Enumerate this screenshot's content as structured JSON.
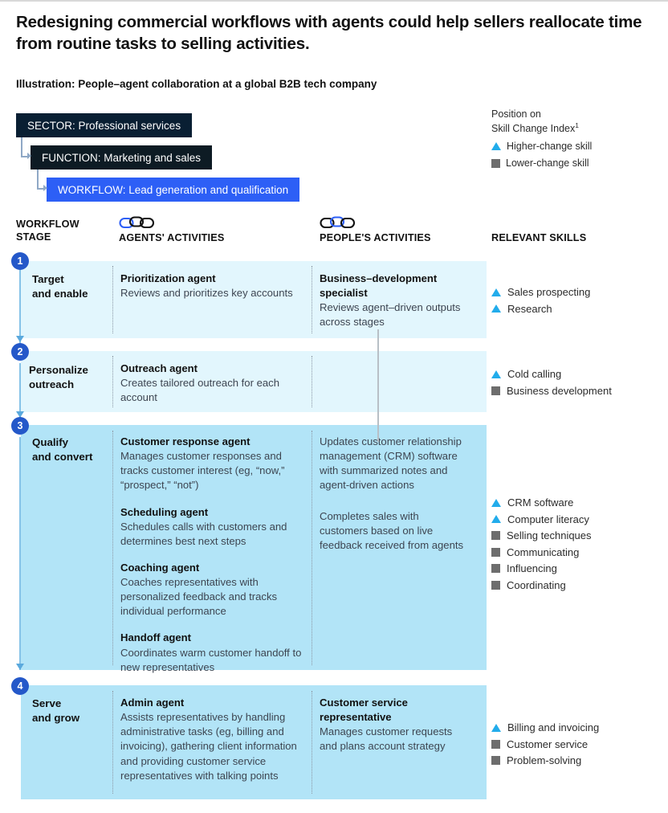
{
  "title": "Redesigning commercial workflows with agents could help sellers reallocate time from routine tasks to selling activities.",
  "subtitle": "Illustration: People–agent collaboration at a global B2B tech company",
  "breadcrumbs": [
    {
      "label": "SECTOR: Professional services",
      "color": "#091f33"
    },
    {
      "label": "FUNCTION: Marketing and sales",
      "color": "#0d1b24"
    },
    {
      "label": "WORKFLOW: Lead generation and qualification",
      "color": "#2d5ff6"
    }
  ],
  "legend": {
    "title_line1": "Position on",
    "title_line2": "Skill Change Index",
    "footnote_marker": "1",
    "items": [
      {
        "marker": "triangle",
        "label": "Higher-change skill",
        "color": "#22aceb"
      },
      {
        "marker": "square",
        "label": "Lower-change skill",
        "color": "#6d6d6d"
      }
    ]
  },
  "columns": {
    "stage_line1": "WORKFLOW",
    "stage_line2": "STAGE",
    "agents": "AGENTS' ACTIVITIES",
    "people": "PEOPLE'S  ACTIVITIES",
    "skills": "RELEVANT SKILLS"
  },
  "rows": [
    {
      "number": "1",
      "stage_line1": "Target",
      "stage_line2": "and enable",
      "agents": [
        {
          "heading": "Prioritization agent",
          "body": "Reviews and prioritizes key accounts"
        }
      ],
      "people": [
        {
          "heading": "Business–development specialist",
          "body": "Reviews agent–driven outputs across stages"
        }
      ],
      "skills": [
        {
          "marker": "triangle",
          "label": "Sales prospecting"
        },
        {
          "marker": "triangle",
          "label": "Research"
        }
      ]
    },
    {
      "number": "2",
      "stage_line1": "Personalize",
      "stage_line2": "outreach",
      "agents": [
        {
          "heading": "Outreach agent",
          "body": "Creates tailored outreach for each account"
        }
      ],
      "people": [],
      "skills": [
        {
          "marker": "triangle",
          "label": "Cold calling"
        },
        {
          "marker": "square",
          "label": "Business development"
        }
      ]
    },
    {
      "number": "3",
      "stage_line1": "Qualify",
      "stage_line2": "and convert",
      "agents": [
        {
          "heading": "Customer response agent",
          "body": "Manages customer responses and tracks customer interest (eg, “now,” “prospect,” “not”)"
        },
        {
          "heading": "Scheduling agent",
          "body": "Schedules calls with customers and determines best next steps"
        },
        {
          "heading": "Coaching agent",
          "body": "Coaches representatives with personalized feedback and tracks individual performance"
        },
        {
          "heading": "Handoff agent",
          "body": "Coordinates warm customer handoff to new representatives"
        }
      ],
      "people": [
        {
          "heading": "",
          "body": "Updates customer relationship management (CRM) software with summarized notes and agent-driven actions"
        },
        {
          "heading": "",
          "body": "Completes sales with customers based on live feedback received from agents"
        }
      ],
      "skills": [
        {
          "marker": "triangle",
          "label": "CRM software"
        },
        {
          "marker": "triangle",
          "label": "Computer literacy"
        },
        {
          "marker": "square",
          "label": "Selling techniques"
        },
        {
          "marker": "square",
          "label": "Communicating"
        },
        {
          "marker": "square",
          "label": "Influencing"
        },
        {
          "marker": "square",
          "label": "Coordinating"
        }
      ]
    },
    {
      "number": "4",
      "stage_line1": "Serve",
      "stage_line2": "and grow",
      "agents": [
        {
          "heading": "Admin agent",
          "body": "Assists representatives by handling administrative tasks (eg, billing and invoicing), gathering client information and providing customer service representatives with talking points"
        }
      ],
      "people": [
        {
          "heading": "Customer service representative",
          "body": "Manages customer requests and plans account strategy"
        }
      ],
      "skills": [
        {
          "marker": "triangle",
          "label": "Billing and invoicing"
        },
        {
          "marker": "square",
          "label": "Customer service"
        },
        {
          "marker": "square",
          "label": "Problem-solving"
        }
      ]
    }
  ],
  "colors": {
    "accent_blue": "#2d5ff6",
    "stage_circle": "#2458c9",
    "band_pale": "#e2f6fd",
    "band_deep": "#b2e4f7",
    "triangle": "#22aceb",
    "square": "#6d6d6d"
  }
}
